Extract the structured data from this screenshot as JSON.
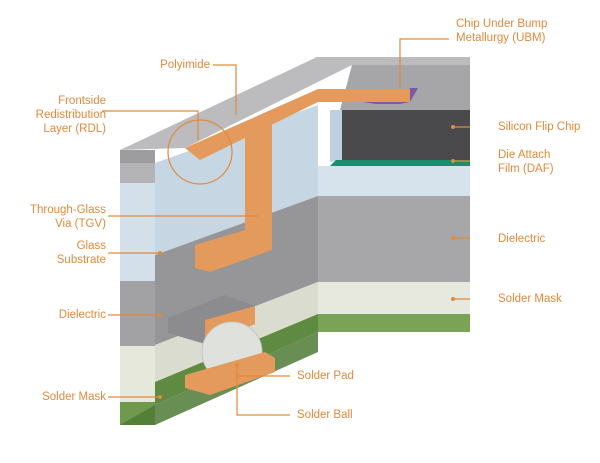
{
  "labels": {
    "ubm": [
      "Chip Under Bump",
      "Metallurgy (UBM)"
    ],
    "polyimide": [
      "Polyimide"
    ],
    "rdl": [
      "Frontside",
      "Redistribution",
      "Layer (RDL)"
    ],
    "silicon": [
      "Silicon Flip Chip"
    ],
    "daf": [
      "Die Attach",
      "Film (DAF)"
    ],
    "tgv": [
      "Through-Glass",
      "Via (TGV)"
    ],
    "glass": [
      "Glass",
      "Substrate"
    ],
    "dielectric_right": [
      "Dielectric"
    ],
    "solder_mask_right": [
      "Solder Mask"
    ],
    "dielectric_left": [
      "Dielectric"
    ],
    "solder_pad": [
      "Solder Pad"
    ],
    "solder_mask_left": [
      "Solder Mask"
    ],
    "solder_ball": [
      "Solder Ball"
    ]
  },
  "colors": {
    "accent": "#e08a3c",
    "copper": "#e39a5c",
    "glass": "#d6e2ec",
    "dielectric": "#a9a9ab",
    "solder_mask": "#e6e8dc",
    "green_layer": "#6f9a4e",
    "silicon": "#4a4a4d",
    "daf": "#1e8a6e"
  }
}
